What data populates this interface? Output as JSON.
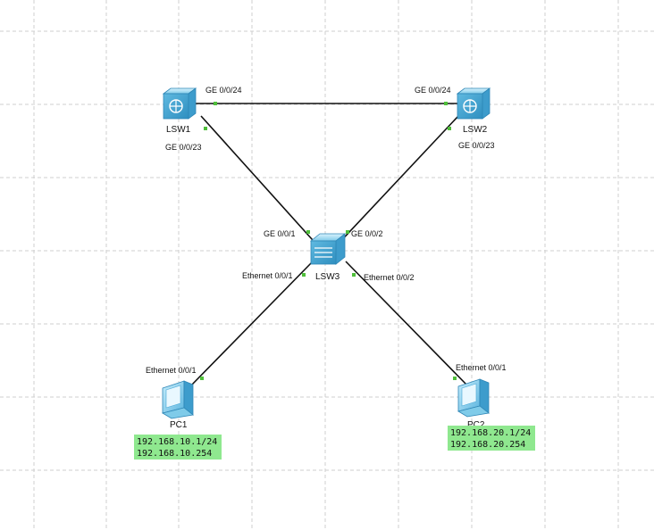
{
  "devices": {
    "lsw1": {
      "name": "LSW1",
      "icon": "switch-icon"
    },
    "lsw2": {
      "name": "LSW2",
      "icon": "switch-icon"
    },
    "lsw3": {
      "name": "LSW3",
      "icon": "switch-icon"
    },
    "pc1": {
      "name": "PC1",
      "icon": "pc-icon",
      "ip": "192.168.10.1/24",
      "gateway": "192.168.10.254"
    },
    "pc2": {
      "name": "PC2",
      "icon": "pc-icon",
      "ip": "192.168.20.1/24",
      "gateway": "192.168.20.254"
    }
  },
  "ports": {
    "lsw1_ge24": "GE 0/0/24",
    "lsw2_ge24": "GE 0/0/24",
    "lsw1_ge23": "GE 0/0/23",
    "lsw2_ge23": "GE 0/0/23",
    "lsw3_ge1": "GE 0/0/1",
    "lsw3_ge2": "GE 0/0/2",
    "lsw3_eth1": "Ethernet 0/0/1",
    "lsw3_eth2": "Ethernet 0/0/2",
    "pc1_eth1": "Ethernet 0/0/1",
    "pc2_eth1": "Ethernet 0/0/1"
  },
  "colors": {
    "port": "#4fbf3a",
    "ip_box": "#8fe88f",
    "device": "#6ec6ea"
  }
}
